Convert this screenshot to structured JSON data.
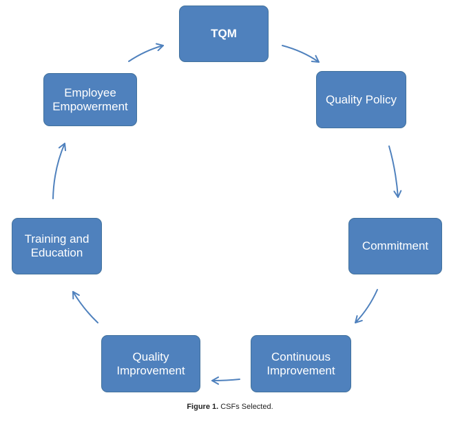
{
  "nodes": {
    "tqm": "TQM",
    "quality_policy": "Quality Policy",
    "commitment": "Commitment",
    "continuous_improvement": "Continuous\nImprovement",
    "quality_improvement": "Quality\nImprovement",
    "training_education": "Training and\nEducation",
    "employee_empowerment": "Employee\nEmpowerment"
  },
  "caption": {
    "figure_label": "Figure 1.",
    "text": "CSFs Selected."
  },
  "colors": {
    "node_fill": "#4f81bd",
    "node_border": "#41719c",
    "arrow": "#4f81bd",
    "node_text": "#ffffff"
  }
}
